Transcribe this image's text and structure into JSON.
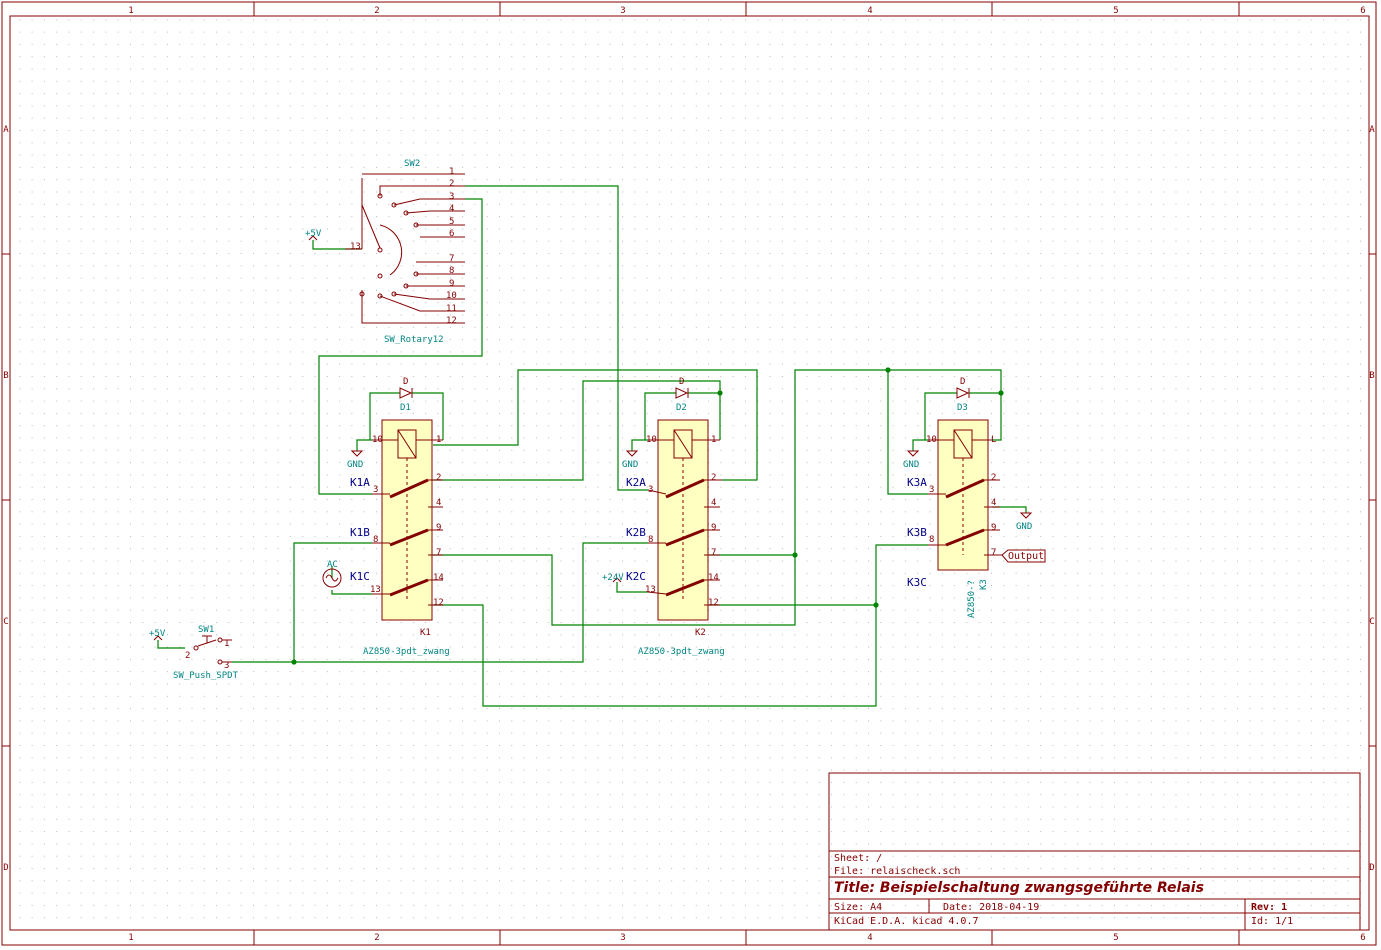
{
  "frame": {
    "columns": [
      "1",
      "2",
      "3",
      "4",
      "5",
      "6"
    ],
    "rows": [
      "A",
      "B",
      "C",
      "D"
    ]
  },
  "colors": {
    "wire": "#008400",
    "body_line": "#840000",
    "body_fill": "#ffffc2",
    "ref": "#000084",
    "value": "#008484",
    "frame": "#840000",
    "grid": "#b0b0b0"
  },
  "components": {
    "sw2": {
      "ref": "SW2",
      "value": "SW_Rotary12",
      "common_pin": "13",
      "pins": [
        "1",
        "2",
        "3",
        "4",
        "5",
        "6",
        "7",
        "8",
        "9",
        "10",
        "11",
        "12"
      ]
    },
    "sw1": {
      "ref": "SW1",
      "value": "SW_Push_SPDT",
      "pins": [
        "1",
        "2",
        "3"
      ]
    },
    "k1": {
      "ref": "K1",
      "value": "AZ850-3pdt_zwang",
      "units": [
        "K1A",
        "K1B",
        "K1C"
      ],
      "coil_pins": [
        "10",
        "1"
      ],
      "contact_pins": [
        [
          "3",
          "2",
          "4"
        ],
        [
          "8",
          "9",
          "7"
        ],
        [
          "13",
          "14",
          "12"
        ]
      ]
    },
    "k2": {
      "ref": "K2",
      "value": "AZ850-3pdt_zwang",
      "units": [
        "K2A",
        "K2B",
        "K2C"
      ],
      "coil_pins": [
        "10",
        "1"
      ],
      "contact_pins": [
        [
          "3",
          "2",
          "4"
        ],
        [
          "8",
          "9",
          "7"
        ],
        [
          "13",
          "14",
          "12"
        ]
      ]
    },
    "k3": {
      "ref": "K3",
      "value": "AZ850-?",
      "units": [
        "K3A",
        "K3B",
        "K3C"
      ],
      "coil_pins": [
        "10",
        "L"
      ],
      "contact_pins": [
        [
          "3",
          "2",
          "4"
        ],
        [
          "8",
          "9",
          "7"
        ]
      ]
    },
    "diodes": [
      {
        "ref": "D1",
        "value": "D"
      },
      {
        "ref": "D2",
        "value": "D"
      },
      {
        "ref": "D3",
        "value": "D"
      }
    ],
    "power": {
      "p5v": "+5V",
      "p24v": "+24V",
      "gnd": "GND",
      "ac": "AC"
    },
    "output_label": "Output"
  },
  "title_block": {
    "sheet": "Sheet: /",
    "file": "File: relaischeck.sch",
    "title": "Title: Beispielschaltung zwangsgeführte Relais",
    "size": "Size: A4",
    "date": "Date: 2018-04-19",
    "rev": "Rev: 1",
    "tool": "KiCad E.D.A.  kicad 4.0.7",
    "id": "Id: 1/1"
  }
}
